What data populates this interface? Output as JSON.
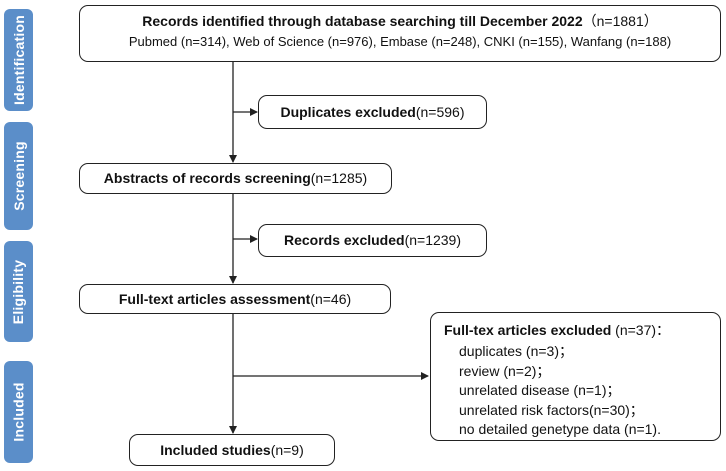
{
  "stages": {
    "identification": "Identification",
    "screening": "Screening",
    "eligibility": "Eligibility",
    "included": "Included"
  },
  "nodes": {
    "identified": {
      "title": "Records identified through database searching till December 2022",
      "count": "（n=1881）",
      "sources": "Pubmed (n=314), Web of Science (n=976), Embase (n=248), CNKI (n=155), Wanfang (n=188)"
    },
    "duplicates": {
      "title": "Duplicates excluded",
      "count": " (n=596)"
    },
    "abstracts": {
      "title": "Abstracts of records screening",
      "count": " (n=1285)"
    },
    "records_excluded": {
      "title": "Records excluded",
      "count": " (n=1239)"
    },
    "fulltext": {
      "title": "Full-text articles assessment",
      "count": " (n=46)"
    },
    "fulltext_excluded": {
      "title": "Full-tex articles excluded",
      "count": " (n=37)：",
      "reasons": [
        "duplicates (n=3)；",
        "review (n=2)；",
        "unrelated disease (n=1)；",
        "unrelated risk factors(n=30)；",
        "no detailed genetype data (n=1)."
      ]
    },
    "included": {
      "title": "Included studies",
      "count": " (n=9)"
    }
  }
}
